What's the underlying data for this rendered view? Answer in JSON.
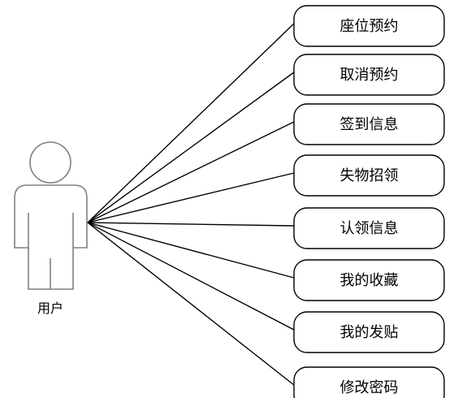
{
  "actor": {
    "label": "用户"
  },
  "use_cases": [
    {
      "label": "座位预约"
    },
    {
      "label": "取消预约"
    },
    {
      "label": "签到信息"
    },
    {
      "label": "失物招领"
    },
    {
      "label": "认领信息"
    },
    {
      "label": "我的收藏"
    },
    {
      "label": "我的发贴"
    },
    {
      "label": "修改密码"
    }
  ]
}
